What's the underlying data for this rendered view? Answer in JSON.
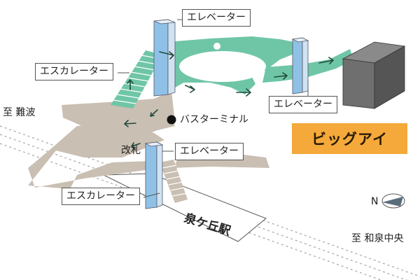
{
  "labels": {
    "elevator_top": "エレベーター",
    "escalator_left": "エスカレーター",
    "elevator_right": "エレベーター",
    "bus_terminal": "バスターミナル",
    "ticket_gate": "改札",
    "elevator_center": "エレベーター",
    "escalator_bottom": "エスカレーター",
    "station_name": "泉ケ丘駅",
    "building_name": "ビッグアイ"
  },
  "directions": {
    "west": "至 難波",
    "east": "至 和泉中央"
  },
  "compass": {
    "north_label": "N"
  },
  "icons": {
    "bus_terminal_marker": "filled-circle",
    "compass": "compass-arrow-icon"
  },
  "colors": {
    "walkway_green": "#6fc6a6",
    "concourse_beige": "#c9bfb2",
    "elevator_blue": "#8fc1e6",
    "building_gray": "#6f6f6f",
    "building_label_orange": "#f4a93a",
    "arrow_dark": "#1f4a3a"
  }
}
